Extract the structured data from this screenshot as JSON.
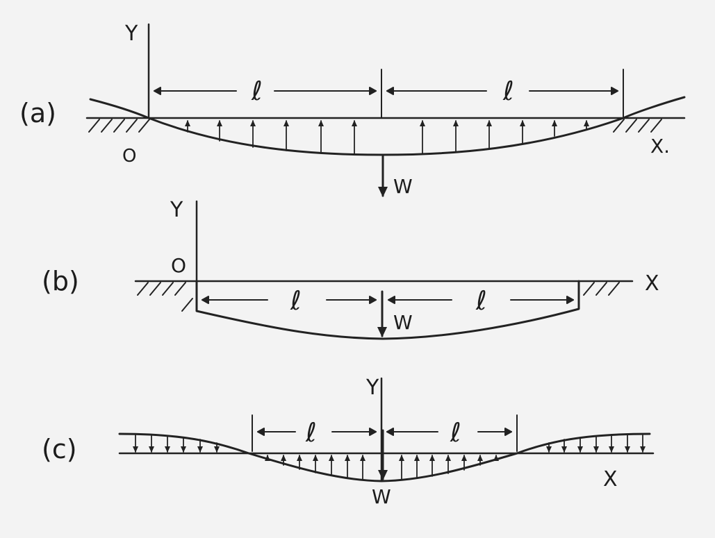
{
  "figure": {
    "ink_color": "#222222",
    "paper_color": "#f3f3f3",
    "panel_a": {
      "label": "(a)",
      "y_axis": "Y",
      "x_axis": "X.",
      "origin": "O",
      "span_left": "ℓ",
      "span_right": "ℓ",
      "load": "W"
    },
    "panel_b": {
      "label": "(b)",
      "y_axis": "Y",
      "x_axis": "X",
      "origin": "O",
      "span_left": "ℓ",
      "span_right": "ℓ",
      "load": "W"
    },
    "panel_c": {
      "label": "(c)",
      "y_axis": "Y",
      "x_axis": "X",
      "span_left": "ℓ",
      "span_right": "ℓ",
      "load": "W"
    }
  }
}
